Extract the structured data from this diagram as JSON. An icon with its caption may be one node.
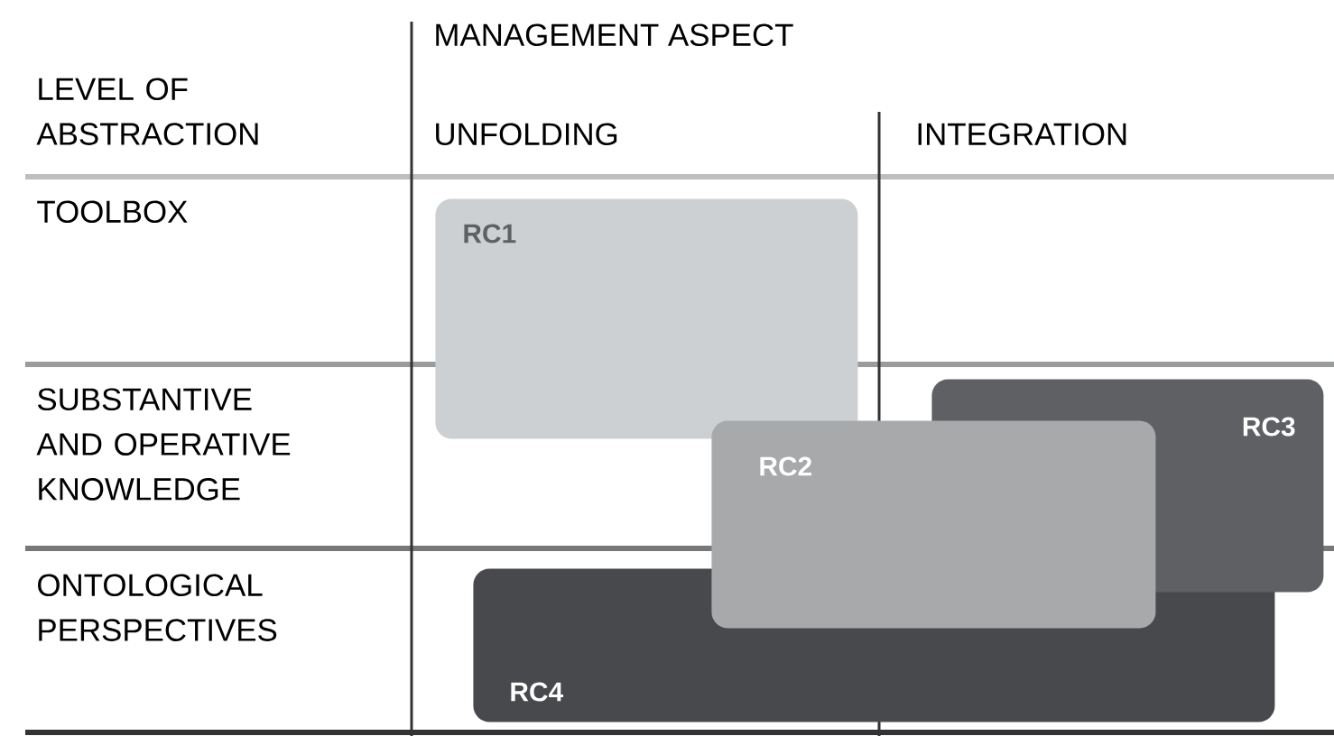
{
  "diagram": {
    "nodes": [
      {
        "text": [
          "RC1"
        ]
      },
      {
        "text": [
          "RC2"
        ]
      },
      {
        "text": [
          "RC3"
        ]
      },
      {
        "text": [
          "RC4"
        ]
      }
    ],
    "labels": [
      "MANAGEMENT ASPECT",
      "LEVEL OF ABSTRACTION",
      "UNFOLDING",
      "INTEGRATION",
      "TOOLBOX",
      "SUBSTANTIVE AND OPERATIVE KNOWLEDGE",
      "ONTOLOGICAL PERSPECTIVES"
    ]
  }
}
